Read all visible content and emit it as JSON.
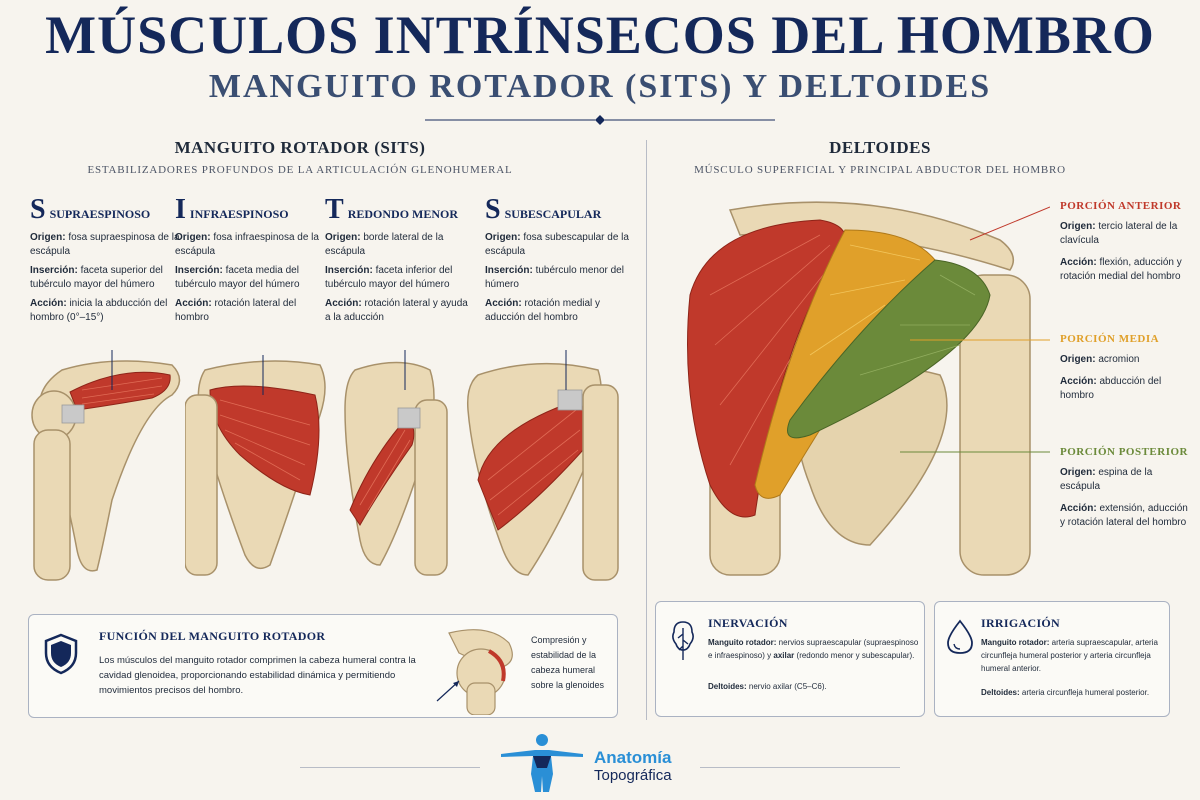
{
  "header": {
    "title": "MÚSCULOS INTRÍNSECOS DEL HOMBRO",
    "subtitle": "MANGUITO ROTADOR (SITS) Y DELTOIDES"
  },
  "rotator": {
    "title": "MANGUITO ROTADOR (SITS)",
    "subtitle": "ESTABILIZADORES PROFUNDOS DE LA ARTICULACIÓN GLENOHUMERAL",
    "muscles": [
      {
        "letter": "S",
        "name": "SUPRAESPINOSO",
        "origin_label": "Origen:",
        "origin": "fosa supraespinosa de la escápula",
        "insertion_label": "Inserción:",
        "insertion": "faceta superior del tubérculo mayor del húmero",
        "action_label": "Acción:",
        "action": "inicia la abducción del hombro (0°–15°)"
      },
      {
        "letter": "I",
        "name": "INFRAESPINOSO",
        "origin_label": "Origen:",
        "origin": "fosa infraespinosa de la escápula",
        "insertion_label": "Inserción:",
        "insertion": "faceta media del tubérculo mayor del húmero",
        "action_label": "Acción:",
        "action": "rotación lateral del hombro"
      },
      {
        "letter": "T",
        "name": "REDONDO MENOR",
        "origin_label": "Origen:",
        "origin": "borde lateral de la escápula",
        "insertion_label": "Inserción:",
        "insertion": "faceta inferior del tubérculo mayor del húmero",
        "action_label": "Acción:",
        "action": "rotación lateral y ayuda a la aducción"
      },
      {
        "letter": "S",
        "name": "SUBESCAPULAR",
        "origin_label": "Origen:",
        "origin": "fosa subescapular de la escápula",
        "insertion_label": "Inserción:",
        "insertion": "tubérculo menor del húmero",
        "action_label": "Acción:",
        "action": "rotación medial y aducción del hombro"
      }
    ]
  },
  "deltoid": {
    "title": "DELTOIDES",
    "subtitle": "MÚSCULO SUPERFICIAL Y PRINCIPAL ABDUCTOR DEL HOMBRO",
    "portions": [
      {
        "title": "PORCIÓN ANTERIOR",
        "color": "#c0392b",
        "origin_label": "Origen:",
        "origin": "tercio lateral de la clavícula",
        "action_label": "Acción:",
        "action": "flexión, aducción y rotación medial del hombro"
      },
      {
        "title": "PORCIÓN MEDIA",
        "color": "#e0a02a",
        "origin_label": "Origen:",
        "origin": "acromion",
        "action_label": "Acción:",
        "action": "abducción del hombro"
      },
      {
        "title": "PORCIÓN POSTERIOR",
        "color": "#6b8a3a",
        "origin_label": "Origen:",
        "origin": "espina de la escápula",
        "action_label": "Acción:",
        "action": "extensión, aducción y rotación lateral del hombro"
      }
    ]
  },
  "function_box": {
    "title": "FUNCIÓN DEL MANGUITO ROTADOR",
    "text": "Los músculos del manguito rotador comprimen la cabeza humeral contra la cavidad glenoidea, proporcionando estabilidad dinámica y permitiendo movimientos precisos del hombro.",
    "caption": "Compresión y estabilidad de la cabeza humeral sobre la glenoides",
    "icon": "shield-icon"
  },
  "innervation_box": {
    "title": "INERVACIÓN",
    "icon": "nerve-icon",
    "rotator_label": "Manguito rotador:",
    "rotator_text_a": "nervios supraescapular (supraespinoso e infraespinoso) y",
    "axillary_label": "axilar",
    "rotator_text_b": "(redondo menor y subescapular).",
    "deltoid_label": "Deltoides:",
    "deltoid_text": "nervio axilar (C5–C6)."
  },
  "irrigation_box": {
    "title": "IRRIGACIÓN",
    "icon": "drop-icon",
    "rotator_label": "Manguito rotador:",
    "rotator_text": "arteria supraescapular, arteria circunfleja humeral posterior y arteria circunfleja humeral anterior.",
    "deltoid_label": "Deltoides:",
    "deltoid_text": "arteria circunfleja humeral posterior."
  },
  "footer": {
    "brand_line1": "Anatomía",
    "brand_line2": "Topográfica",
    "logo_icon": "anatomy-figure-icon"
  },
  "colors": {
    "navy": "#14285a",
    "muscle_red": "#c0392b",
    "bone": "#ead9b5"
  }
}
